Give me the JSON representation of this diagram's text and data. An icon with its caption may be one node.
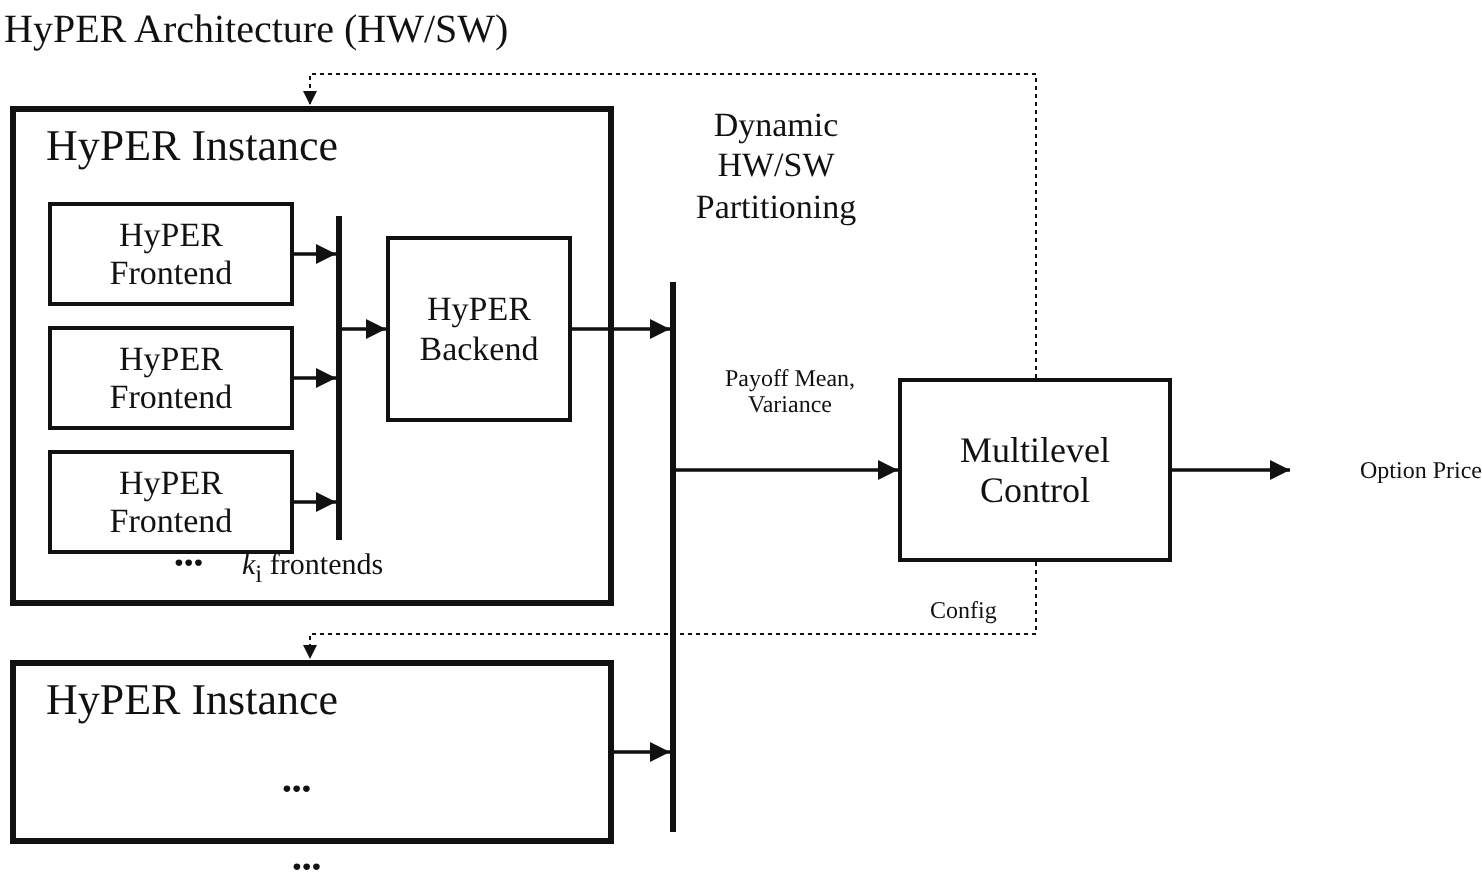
{
  "diagram": {
    "title": "HyPER Architecture (HW/SW)",
    "nodes": [
      {
        "text": [
          "HyPER Instance",
          "•••",
          "*k*$_{i}$ frontends"
        ]
      },
      {
        "text": [
          "HyPER Frontend"
        ],
        "in": 0
      },
      {
        "text": [
          "HyPER Frontend"
        ],
        "in": 0
      },
      {
        "text": [
          "HyPER Frontend"
        ],
        "in": 0
      },
      {
        "text": [],
        "shape": "bar",
        "in": 0
      },
      {
        "text": [
          "HyPER Backend"
        ],
        "in": 0
      },
      {
        "text": [],
        "shape": "bar",
        "beside": [
          "Dynamic HW/SW Partitioning"
        ]
      },
      {
        "text": [
          "Multilevel Control"
        ]
      },
      {
        "text": [
          "HyPER Instance",
          "•••"
        ],
        "beside": [
          "•••"
        ]
      },
      {
        "text": [
          "Option Price"
        ]
      }
    ],
    "edges": [
      {
        "from": 1,
        "to": 4,
        "arrow": "to"
      },
      {
        "from": 2,
        "to": 4,
        "arrow": "to"
      },
      {
        "from": 3,
        "to": 4,
        "arrow": "to"
      },
      {
        "from": 4,
        "to": 5,
        "arrow": "to"
      },
      {
        "from": 5,
        "to": 6,
        "arrow": "to"
      },
      {
        "from": 6,
        "to": 7,
        "arrow": "to",
        "label": "Payoff Mean, Variance"
      },
      {
        "from": 7,
        "to": 9,
        "arrow": "to"
      },
      {
        "from": 8,
        "to": 6,
        "arrow": "to"
      },
      {
        "from": 7,
        "to": 0,
        "arrow": "to",
        "style": "dashed"
      },
      {
        "from": 7,
        "to": 8,
        "arrow": "to",
        "style": "dashed",
        "label": "Config"
      }
    ]
  }
}
